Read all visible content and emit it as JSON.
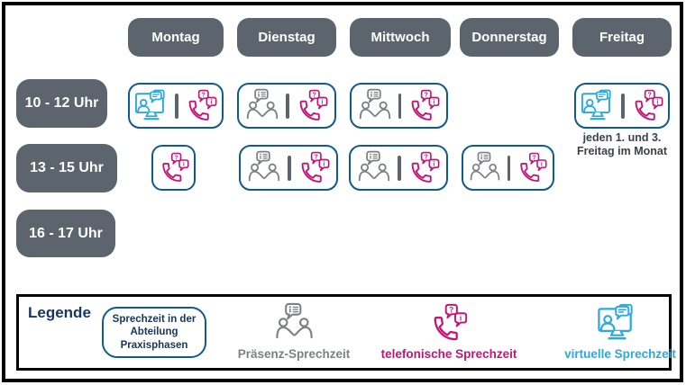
{
  "days": [
    "Montag",
    "Dienstag",
    "Mittwoch",
    "Donnerstag",
    "Freitag"
  ],
  "times": [
    "10 - 12 Uhr",
    "13 - 15 Uhr",
    "16 - 17 Uhr"
  ],
  "schedule": [
    {
      "time": "10 - 12 Uhr",
      "entries": [
        {
          "day": "Montag",
          "types": [
            "virtuelle Sprechzeit",
            "telefonische Sprechzeit"
          ]
        },
        {
          "day": "Dienstag",
          "types": [
            "Präsenz-Sprechzeit",
            "telefonische Sprechzeit"
          ]
        },
        {
          "day": "Mittwoch",
          "types": [
            "Präsenz-Sprechzeit",
            "telefonische Sprechzeit"
          ]
        },
        {
          "day": "Freitag",
          "types": [
            "virtuelle Sprechzeit",
            "telefonische Sprechzeit"
          ],
          "note": "jeden 1. und 3. Freitag im Monat"
        }
      ]
    },
    {
      "time": "13 - 15 Uhr",
      "entries": [
        {
          "day": "Montag",
          "types": [
            "telefonische Sprechzeit"
          ]
        },
        {
          "day": "Dienstag",
          "types": [
            "Präsenz-Sprechzeit",
            "telefonische Sprechzeit"
          ]
        },
        {
          "day": "Mittwoch",
          "types": [
            "Präsenz-Sprechzeit",
            "telefonische Sprechzeit"
          ]
        },
        {
          "day": "Donnerstag",
          "types": [
            "Präsenz-Sprechzeit",
            "telefonische Sprechzeit"
          ]
        }
      ]
    },
    {
      "time": "16 - 17 Uhr",
      "entries": []
    }
  ],
  "freitag_note": {
    "line1": "jeden 1. und 3.",
    "line2": "Freitag im Monat"
  },
  "legend": {
    "title": "Legende",
    "box_lines": [
      "Sprechzeit in der",
      "Abteilung",
      "Praxisphasen"
    ],
    "items": [
      {
        "icon": "presence-icon",
        "label": "Präsenz-Sprechzeit",
        "color": "#7d8084"
      },
      {
        "icon": "phone-icon",
        "label": "telefonische Sprechzeit",
        "color": "#c51477"
      },
      {
        "icon": "virtual-icon",
        "label": "virtuelle Sprechzeit",
        "color": "#2aa9e0"
      }
    ]
  },
  "icons": {
    "virtual": "monitor-with-person-and-chat-bubbles",
    "phone": "phone-handset-with-question-and-info-bubbles",
    "presence": "two-people-talking-with-info-bubble"
  },
  "colors": {
    "pill_gray": "#5c646d",
    "cell_border_blue": "#0f5a8f",
    "magenta": "#c51477",
    "cyan": "#2aa9e0",
    "icon_gray": "#7d8084",
    "navy_text": "#16365c",
    "note_text": "#3a434c",
    "frame_black": "#000000"
  }
}
